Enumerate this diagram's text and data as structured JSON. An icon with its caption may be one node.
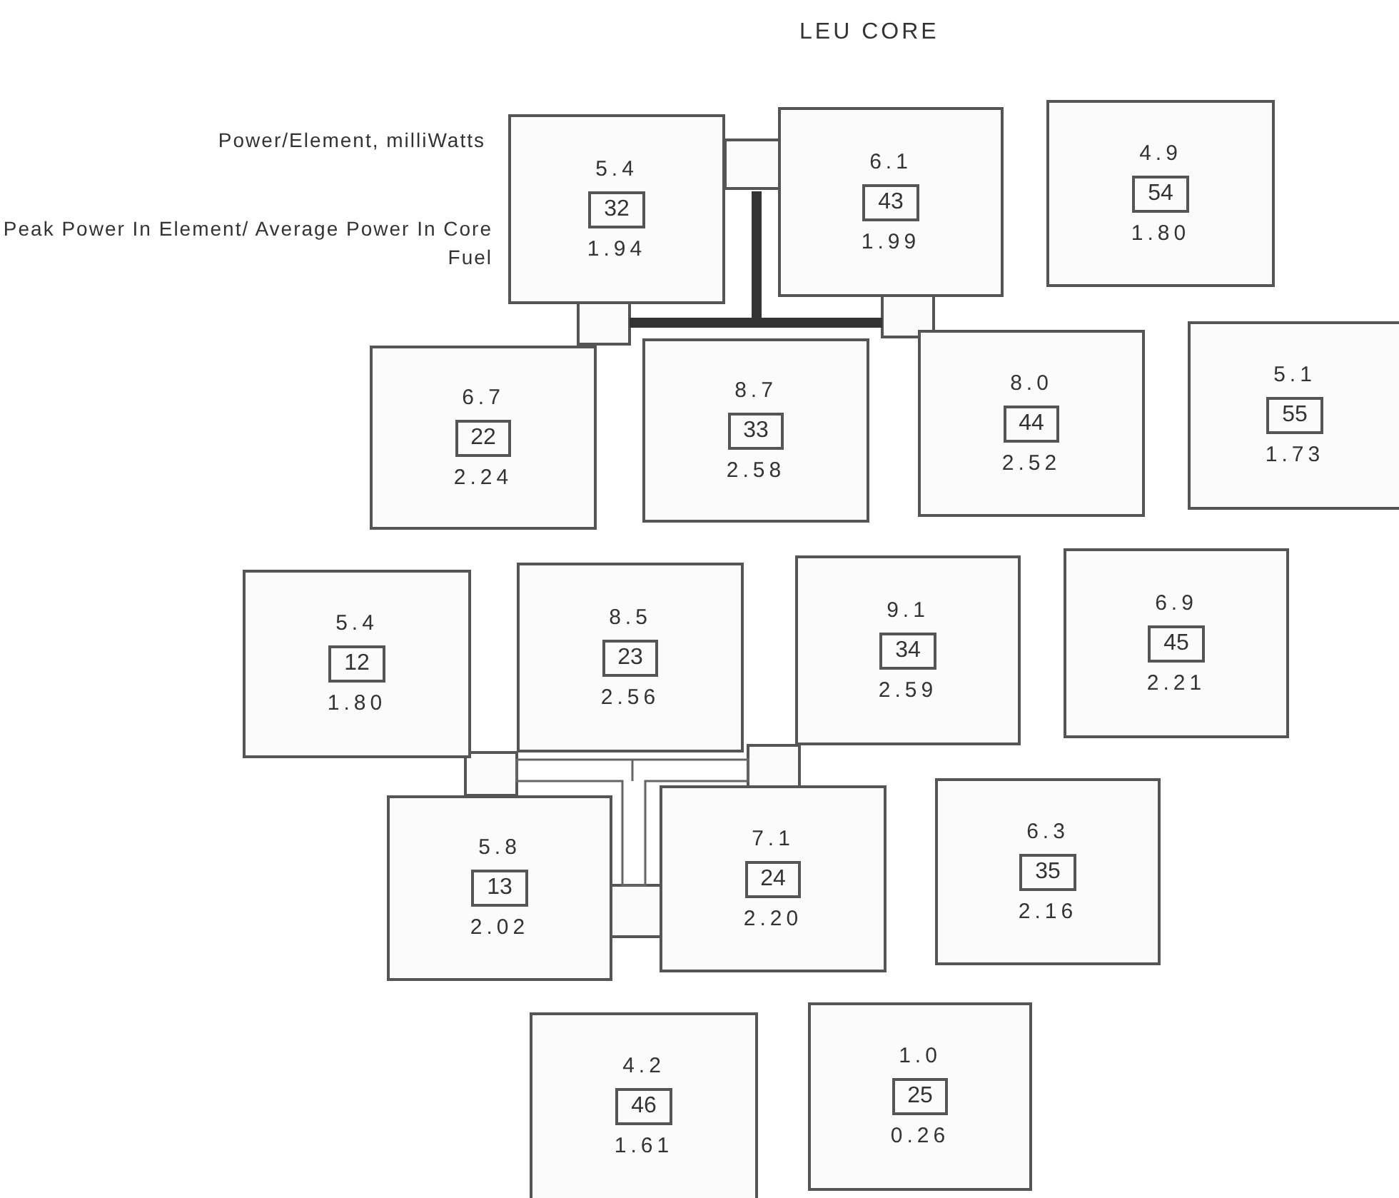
{
  "diagram": {
    "title": "LEU CORE",
    "nodes": [
      {
        "text": [
          "5.4",
          "1.94"
        ]
      },
      {
        "text": [
          "32"
        ],
        "in": 0
      },
      {
        "text": [
          "6.1",
          "1.99"
        ]
      },
      {
        "text": [
          "43"
        ],
        "in": 2
      },
      {
        "text": [
          "4.9",
          "1.80"
        ]
      },
      {
        "text": [
          "54"
        ],
        "in": 4
      },
      {
        "text": [
          "6.7",
          "2.24"
        ]
      },
      {
        "text": [
          "22"
        ],
        "in": 6
      },
      {
        "text": [
          "8.7",
          "2.58"
        ]
      },
      {
        "text": [
          "33"
        ],
        "in": 8
      },
      {
        "text": [
          "8.0",
          "2.52"
        ]
      },
      {
        "text": [
          "44"
        ],
        "in": 10
      },
      {
        "text": [
          "5.1",
          "1.73"
        ]
      },
      {
        "text": [
          "55"
        ],
        "in": 12
      },
      {
        "text": [
          "5.4",
          "1.80"
        ]
      },
      {
        "text": [
          "12"
        ],
        "in": 14
      },
      {
        "text": [
          "8.5",
          "2.56"
        ]
      },
      {
        "text": [
          "23"
        ],
        "in": 16
      },
      {
        "text": [
          "9.1",
          "2.59"
        ]
      },
      {
        "text": [
          "34"
        ],
        "in": 18
      },
      {
        "text": [
          "6.9",
          "2.21"
        ]
      },
      {
        "text": [
          "45"
        ],
        "in": 20
      },
      {
        "text": [
          "5.8",
          "2.02"
        ]
      },
      {
        "text": [
          "13"
        ],
        "in": 22
      },
      {
        "text": [
          "7.1",
          "2.20"
        ]
      },
      {
        "text": [
          "24"
        ],
        "in": 24
      },
      {
        "text": [
          "6.3",
          "2.16"
        ]
      },
      {
        "text": [
          "35"
        ],
        "in": 26
      },
      {
        "text": [
          "4.2",
          "1.61"
        ]
      },
      {
        "text": [
          "46"
        ],
        "in": 28
      },
      {
        "text": [
          "1.0",
          "0.26"
        ]
      },
      {
        "text": [
          "25"
        ],
        "in": 30
      }
    ],
    "labels": [
      "Power/Element, milliWatts",
      "Peak Power In Element/ Average Power In Core Fuel"
    ]
  }
}
